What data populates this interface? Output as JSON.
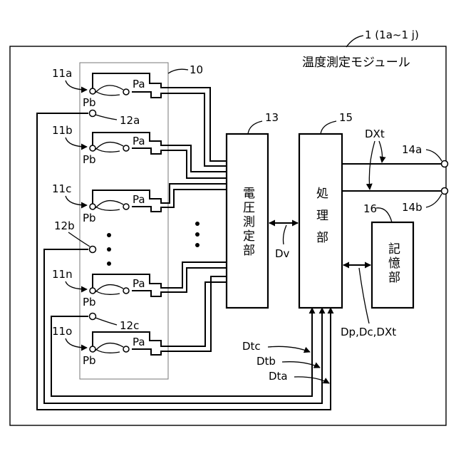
{
  "module": {
    "ref": "1 (1a~1 j)",
    "title": "温度測定モジュール"
  },
  "group": {
    "ref": "10"
  },
  "cells": [
    {
      "ref": "11a",
      "pa": "Pa",
      "pb": "Pb"
    },
    {
      "ref": "11b",
      "pa": "Pa",
      "pb": "Pb"
    },
    {
      "ref": "11c",
      "pa": "Pa",
      "pb": "Pb"
    },
    {
      "ref": "11n",
      "pa": "Pa",
      "pb": "Pb"
    },
    {
      "ref": "11o",
      "pa": "Pa",
      "pb": "Pb"
    }
  ],
  "thermistors": [
    {
      "ref": "12a"
    },
    {
      "ref": "12b"
    },
    {
      "ref": "12c"
    }
  ],
  "blocks": {
    "voltage": {
      "ref": "13",
      "label": "電圧測定部"
    },
    "processing": {
      "ref": "15",
      "label": "処理部"
    },
    "memory": {
      "ref": "16",
      "label": "記憶部"
    }
  },
  "signals": {
    "dv": "Dv",
    "dxt": "DXt",
    "dpdc": "Dp,Dc,DXt",
    "dtc": "Dtc",
    "dtb": "Dtb",
    "dta": "Dta"
  },
  "terminals": [
    {
      "ref": "14a"
    },
    {
      "ref": "14b"
    }
  ]
}
